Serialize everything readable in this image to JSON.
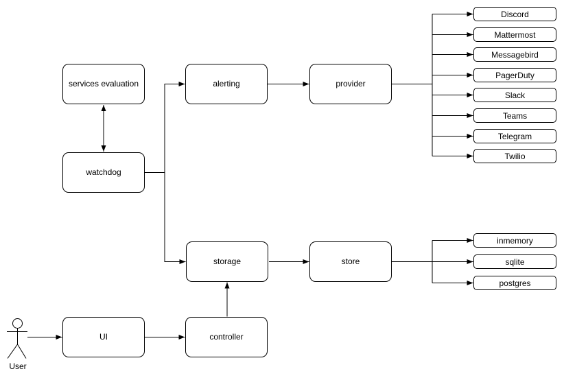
{
  "nodes": {
    "services_evaluation": "services evaluation",
    "watchdog": "watchdog",
    "alerting": "alerting",
    "provider": "provider",
    "storage": "storage",
    "store": "store",
    "ui": "UI",
    "controller": "controller"
  },
  "providers": [
    "Discord",
    "Mattermost",
    "Messagebird",
    "PagerDuty",
    "Slack",
    "Teams",
    "Telegram",
    "Twilio"
  ],
  "stores": [
    "inmemory",
    "sqlite",
    "postgres"
  ],
  "actor": {
    "label": "User"
  },
  "icons": {
    "actor": "user-stick-figure",
    "arrow": "filled-triangle-arrowhead"
  },
  "colors": {
    "stroke": "#000000",
    "node_fill": "#ffffff",
    "background": "#ffffff",
    "text": "#000000"
  }
}
